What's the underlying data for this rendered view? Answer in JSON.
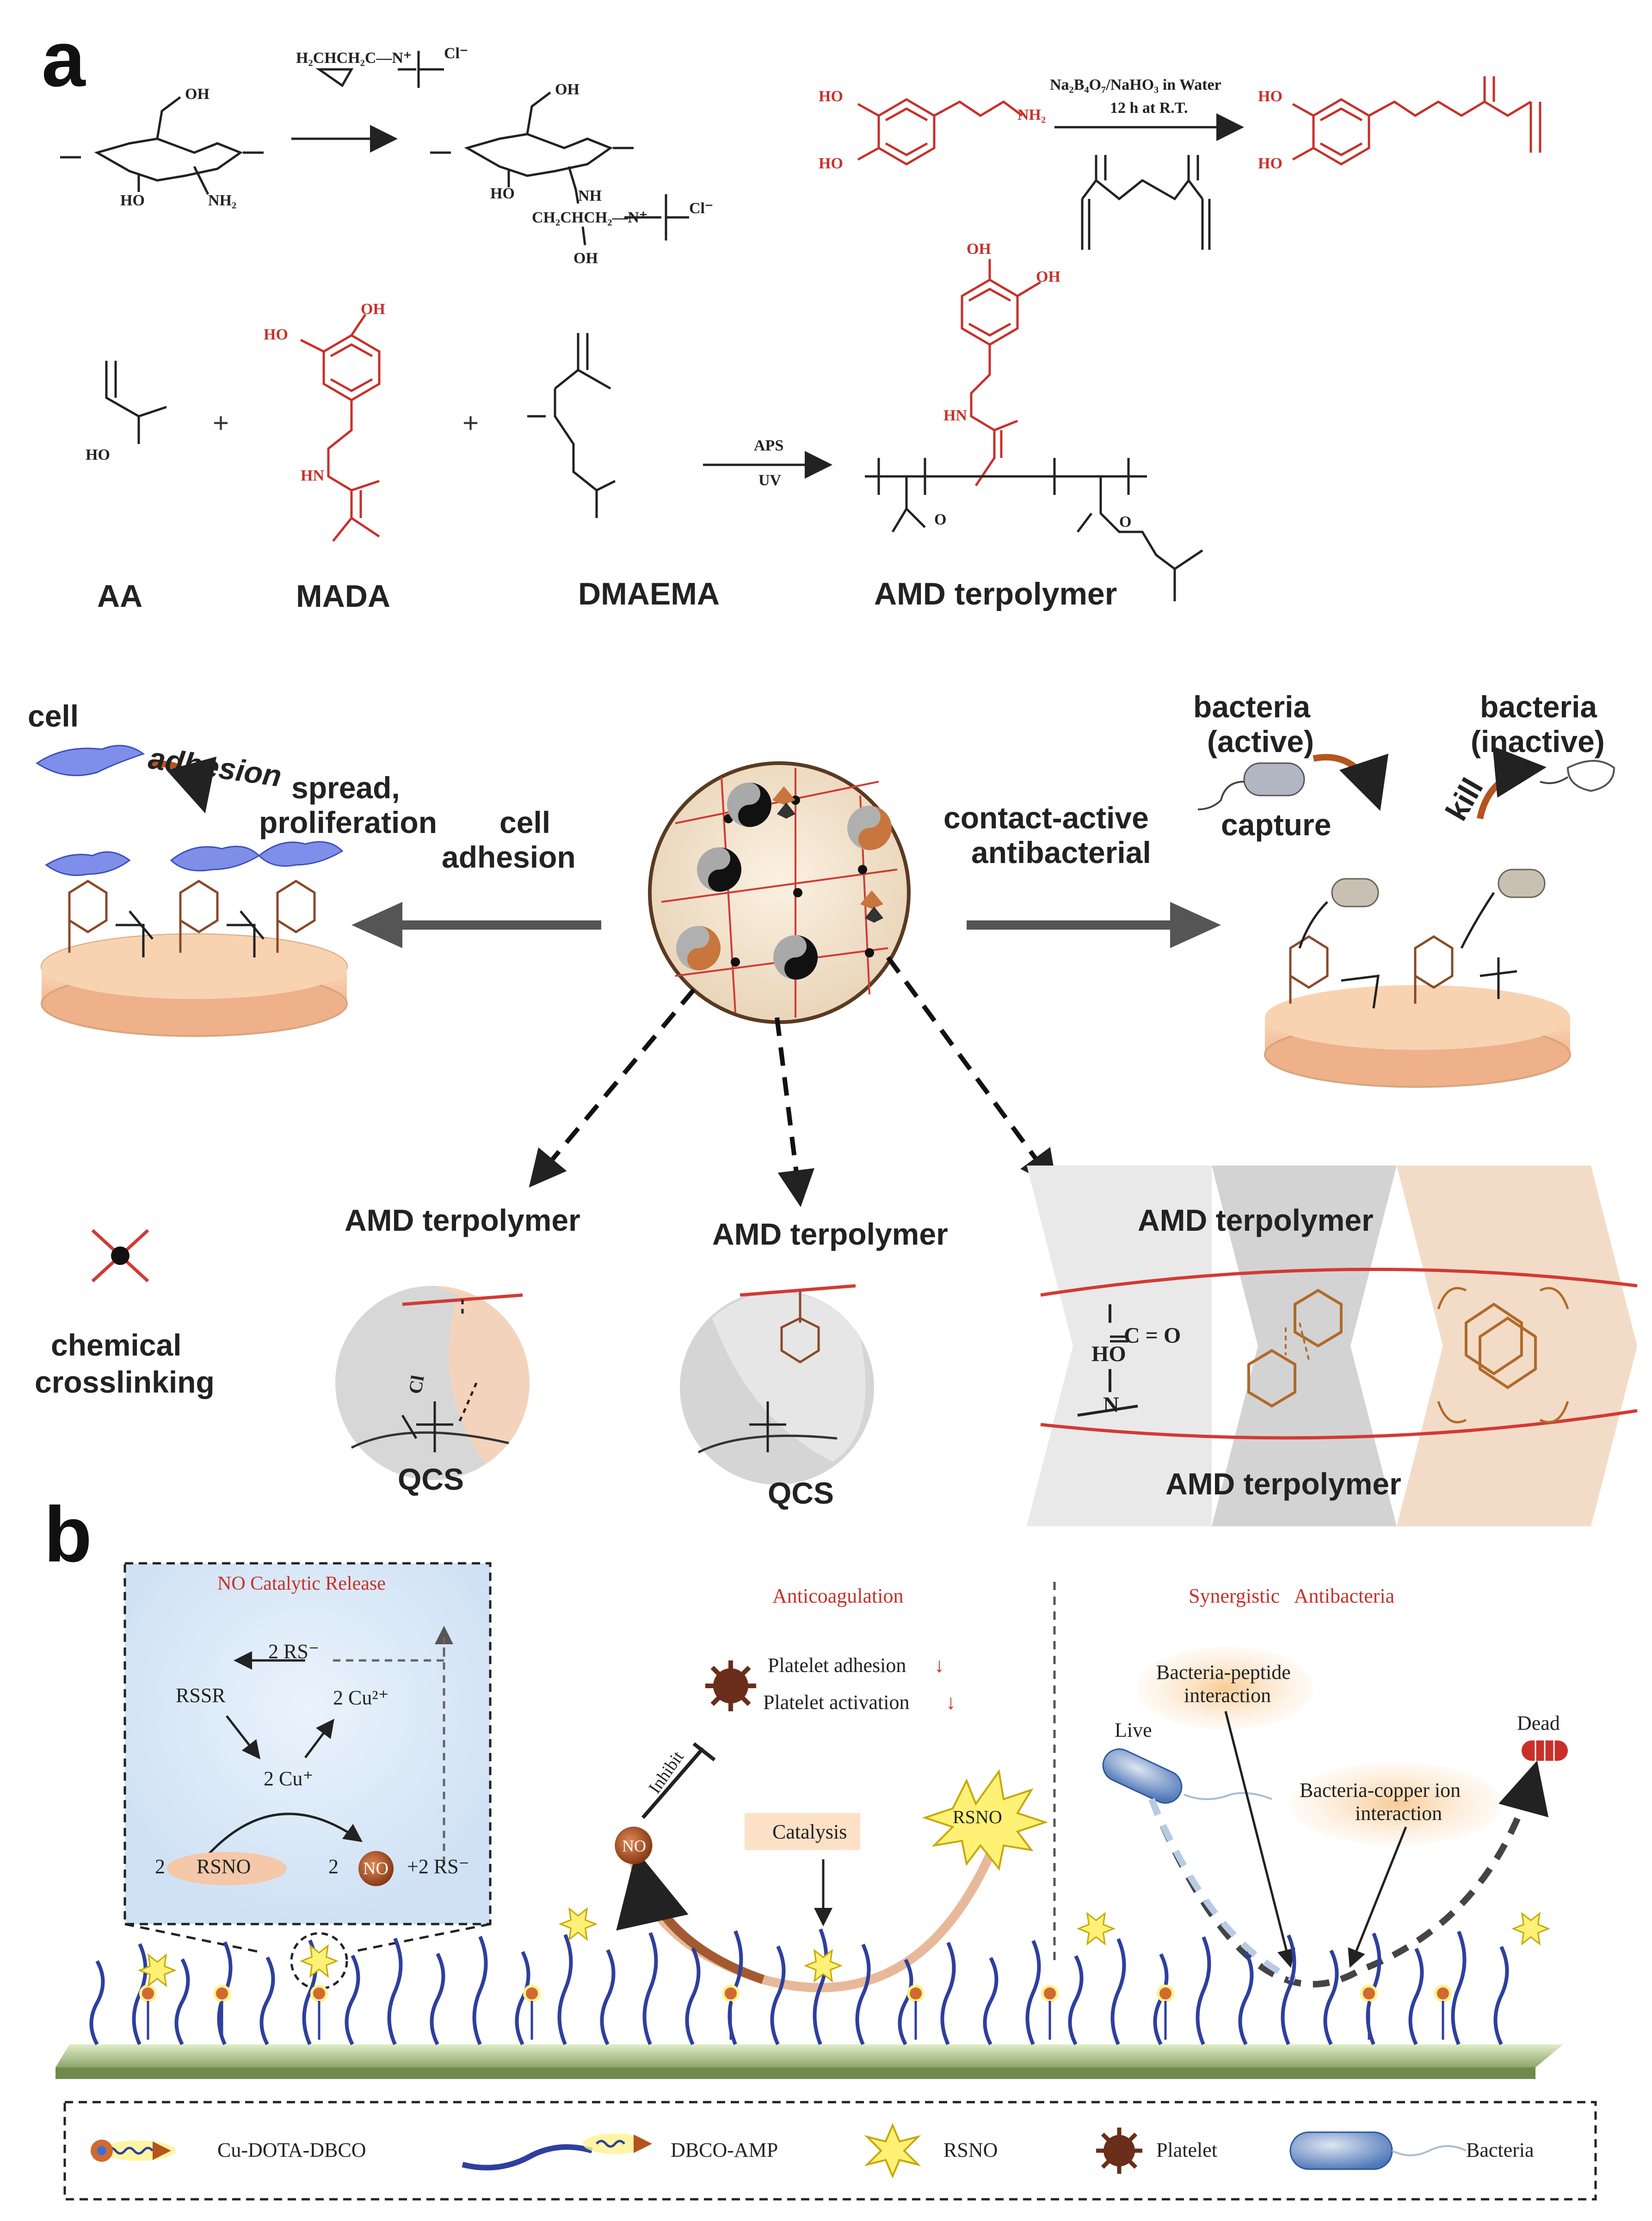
{
  "panels": {
    "a": "a",
    "b": "b"
  },
  "chem_text": {
    "reagent": "H₂CHCH₂C—N⁺",
    "reagent_counter": "Cl⁻",
    "oh1": "OH",
    "ho1": "HO",
    "nh2": "NH₂",
    "oh2": "OH",
    "ho2": "HO",
    "nh": "NH",
    "side_chain": "CH₂CHCH₂—N⁺",
    "side_counter": "Cl⁻",
    "side_oh": "OH",
    "ho_r1": "HO",
    "ho_r2": "HO",
    "nh2_r": "NH₂",
    "conditions_line1": "Na₂B₄O₇/NaHO₃ in Water",
    "conditions_line2": "12 h at R.T.",
    "ho_p1": "HO",
    "ho_p2": "HO",
    "aa_oh": "HO",
    "mada_ho": "HO",
    "mada_oh": "OH",
    "mada_hn": "HN",
    "plus1": "+",
    "plus2": "+",
    "aps": "APS",
    "uv": "UV",
    "poly_oh1": "OH",
    "poly_oh2": "OH",
    "poly_hn": "HN",
    "poly_o": "O",
    "poly_o2": "O"
  },
  "monomer_labels": [
    "AA",
    "MADA",
    "DMAEMA",
    "AMD terpolymer"
  ],
  "middle": {
    "cell": "cell",
    "adhesion": "adhesion",
    "spread": "spread,",
    "proliferation": "proliferation",
    "cell_adhesion_1": "cell",
    "cell_adhesion_2": "adhesion",
    "contact_active_1": "contact-active",
    "contact_active_2": "antibacterial",
    "bacteria_active_1": "bacteria",
    "bacteria_active_2": "(active)",
    "bacteria_inactive_1": "bacteria",
    "bacteria_inactive_2": "(inactive)",
    "capture": "capture",
    "kill": "kill",
    "chemical_1": "chemical",
    "chemical_2": "crosslinking",
    "amd1": "AMD terpolymer",
    "amd2": "AMD terpolymer",
    "amd3": "AMD terpolymer",
    "amd4": "AMD terpolymer",
    "qcs1": "QCS",
    "qcs2": "QCS",
    "co": "C = O",
    "ho": "HO",
    "n": "N",
    "cl": "Cl"
  },
  "panel_b": {
    "no_catalytic_release": "NO Catalytic Release",
    "rs_top": "2 RS⁻",
    "rssr": "RSSR",
    "cu2": "2 Cu²⁺",
    "cu1": "2 Cu⁺",
    "rsno_left_coef": "2",
    "rsno_left": "RSNO",
    "no_right_coef": "2",
    "no_right": "NO",
    "rs_right": "+2 RS⁻",
    "anticoagulation": "Anticoagulation",
    "platelet_adhesion": "Platelet adhesion",
    "platelet_activation": "Platelet activation",
    "down_arrow": "↓",
    "inhibit": "Inhibit",
    "no_ball": "NO",
    "catalysis": "Catalysis",
    "rsno_star": "RSNO",
    "synergistic": "Synergistic   Antibacteria",
    "bp_interaction_1": "Bacteria-peptide",
    "bp_interaction_2": "interaction",
    "bc_interaction_1": "Bacteria-copper ion",
    "bc_interaction_2": "interaction",
    "live": "Live",
    "dead": "Dead"
  },
  "legend": [
    {
      "label": "Cu-DOTA-DBCO",
      "icon": "cu-dota-dbco-icon"
    },
    {
      "label": "DBCO-AMP",
      "icon": "dbco-amp-icon"
    },
    {
      "label": "RSNO",
      "icon": "rsno-star-icon"
    },
    {
      "label": "Platelet",
      "icon": "platelet-icon"
    },
    {
      "label": "Bacteria",
      "icon": "bacteria-icon"
    }
  ],
  "colors": {
    "red": "#c8302a",
    "brown": "#9a4a2a",
    "peach": "#f3c9a6",
    "blue": "#2e3f9e",
    "gray": "#6b6b6b"
  }
}
